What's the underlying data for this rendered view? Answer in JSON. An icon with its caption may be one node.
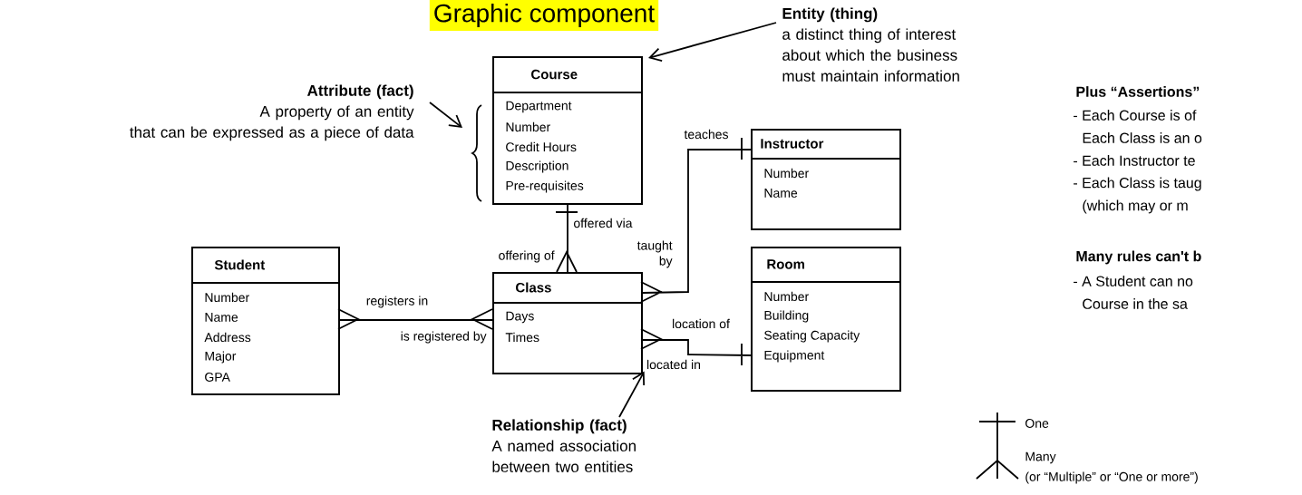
{
  "diagram": {
    "title": "Graphic component",
    "nodes": [
      {
        "text": [
          "Course",
          "Department",
          "Number",
          "Credit Hours",
          "Description",
          "Pre-requisites"
        ]
      },
      {
        "text": [
          "Instructor",
          "Number",
          "Name"
        ]
      },
      {
        "text": [
          "Student",
          "Number",
          "Name",
          "Address",
          "Major",
          "GPA"
        ]
      },
      {
        "text": [
          "Class",
          "Days",
          "Times"
        ]
      },
      {
        "text": [
          "Room",
          "Number",
          "Building",
          "Seating Capacity",
          "Equipment"
        ]
      },
      {
        "text": [
          "Entity (thing)",
          "a distinct thing of interest about which the business must maintain information"
        ]
      },
      {
        "text": [
          "Attribute (fact)",
          "A property of an entity that can be expressed as a piece of data"
        ]
      },
      {
        "text": [
          "Relationship (fact)",
          "A named association between two entities"
        ]
      },
      {
        "text": [
          "located in"
        ]
      }
    ],
    "edges": [
      {
        "from": 5,
        "to": 0,
        "arrow": "to"
      },
      {
        "from": 6,
        "to": null,
        "arrow": "to"
      },
      {
        "from": 7,
        "to": 8,
        "arrow": "to"
      },
      {
        "from": 0,
        "to": 3,
        "arrow": "other"
      },
      {
        "from": 1,
        "to": 3,
        "arrow": "other"
      },
      {
        "from": 2,
        "to": 3,
        "arrow": "other"
      },
      {
        "from": 3,
        "to": 4,
        "arrow": "other"
      }
    ],
    "labels": [
      "teaches",
      "offered via",
      "offering of",
      "taught by",
      "registers in",
      "is registered by",
      "location of",
      "Plus “Assertions”",
      "- Each Course is of",
      "Each Class is an o",
      "- Each Instructor te",
      "- Each Class is taug",
      "(which may or m",
      "Many rules can't b",
      "- A Student can no",
      "Course in the sa",
      "(or “Multiple” or “One or more”)"
    ],
    "legend": [
      {
        "text": "One"
      },
      {
        "text": "Many"
      }
    ]
  }
}
